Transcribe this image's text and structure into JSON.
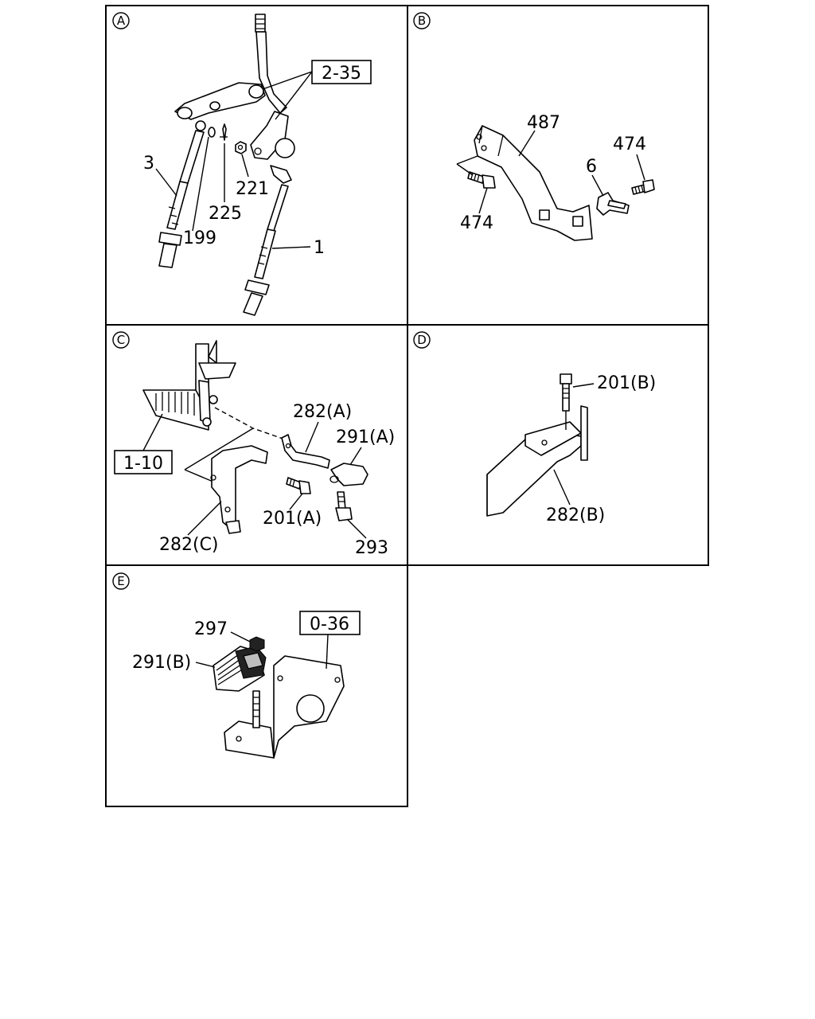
{
  "panels": {
    "A": {
      "marker": "A",
      "refs": {
        "r1": "2-35"
      },
      "labels": {
        "l3": "3",
        "l199": "199",
        "l225": "225",
        "l221": "221",
        "l1": "1"
      }
    },
    "B": {
      "marker": "B",
      "labels": {
        "l487": "487",
        "l474a": "474",
        "l6": "6",
        "l474b": "474"
      }
    },
    "C": {
      "marker": "C",
      "refs": {
        "r1": "1-10"
      },
      "labels": {
        "l282a": "282(A)",
        "l291a": "291(A)",
        "l201a": "201(A)",
        "l282c": "282(C)",
        "l293": "293"
      }
    },
    "D": {
      "marker": "D",
      "labels": {
        "l201b": "201(B)",
        "l282b": "282(B)"
      }
    },
    "E": {
      "marker": "E",
      "refs": {
        "r1": "0-36"
      },
      "labels": {
        "l297": "297",
        "l291b": "291(B)"
      }
    }
  }
}
